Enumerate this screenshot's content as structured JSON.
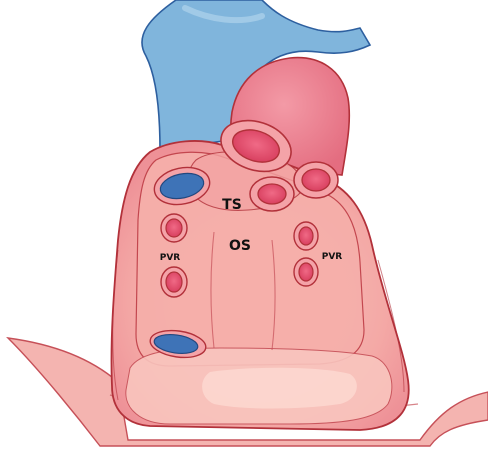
{
  "labels": {
    "ts": "TS",
    "os": "OS",
    "pvr_left": "PVR",
    "pvr_right": "PVR"
  },
  "colors": {
    "vessel_blue": "#7EB3DA",
    "vessel_blue_dark": "#3E73B7",
    "tissue_pink": "#F29A9D",
    "tissue_light": "#F7B7B2",
    "tissue_dark": "#E07479",
    "outline": "#B2313A",
    "vessel_lumen": "#E8506A",
    "background": "#FFFFFF"
  }
}
